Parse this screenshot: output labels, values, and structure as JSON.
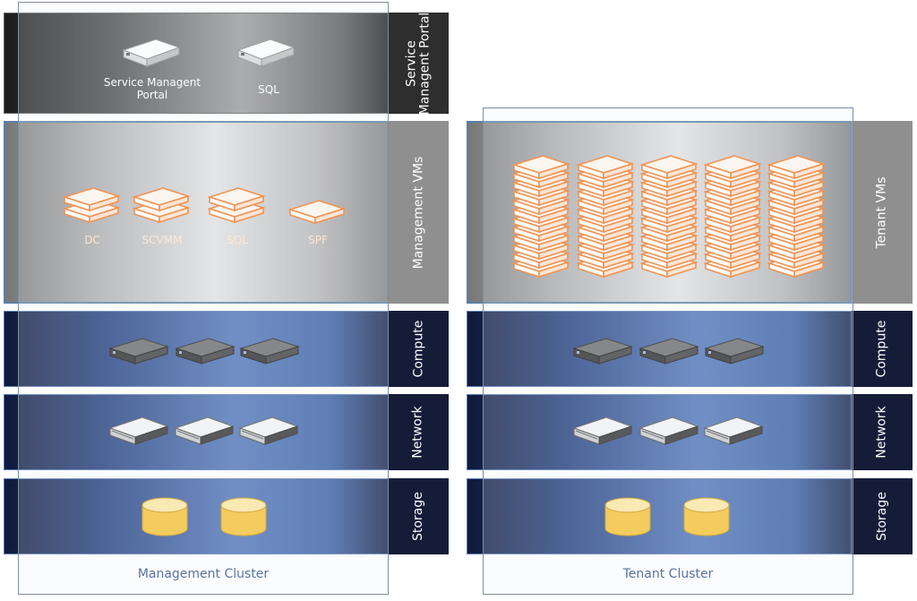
{
  "clusters": {
    "management": {
      "title": "Management Cluster",
      "portal_band": {
        "label_line1": "Service",
        "label_line2": "Managent Portal",
        "servers": [
          {
            "line1": "Service Managent",
            "line2": "Portal"
          },
          {
            "line1": "SQL",
            "line2": ""
          }
        ]
      },
      "vms_band": {
        "label": "Management VMs",
        "vms": [
          "DC",
          "SCVMM",
          "SQL",
          "SPF"
        ]
      },
      "compute_band": {
        "label": "Compute",
        "server_count": 3
      },
      "network_band": {
        "label": "Network",
        "switch_count": 3
      },
      "storage_band": {
        "label": "Storage",
        "disk_count": 2
      }
    },
    "tenant": {
      "title": "Tenant Cluster",
      "vms_band": {
        "label": "Tenant VMs",
        "stack_count": 5,
        "servers_per_stack": 12
      },
      "compute_band": {
        "label": "Compute",
        "server_count": 3
      },
      "network_band": {
        "label": "Network",
        "switch_count": 3
      },
      "storage_band": {
        "label": "Storage",
        "disk_count": 2
      }
    }
  },
  "colors": {
    "dark_band": "#4b4b4b",
    "vm_band": "#d9d9d9",
    "blue_band": "#2f5597",
    "label_column_blue": "#141c38",
    "vm_orange": "#f07a2a",
    "disk_yellow": "#f5c232",
    "frame_title": "#5a74a0"
  },
  "icons": {
    "physical_server": "rack-server-icon",
    "virtual_machine": "vm-server-icon",
    "network_switch": "network-switch-icon",
    "storage_disk": "disk-icon"
  }
}
